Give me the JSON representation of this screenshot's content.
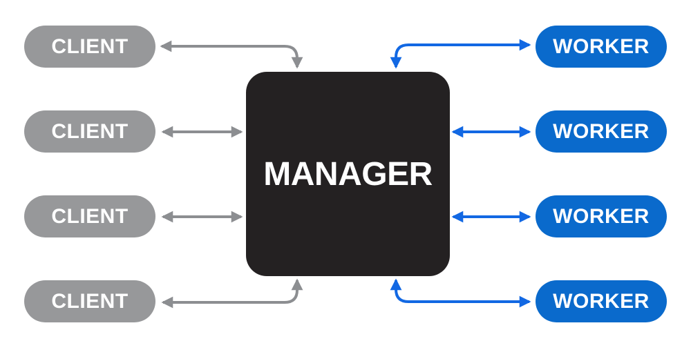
{
  "diagram": {
    "manager": {
      "label": "MANAGER"
    },
    "clients": [
      {
        "label": "CLIENT"
      },
      {
        "label": "CLIENT"
      },
      {
        "label": "CLIENT"
      },
      {
        "label": "CLIENT"
      }
    ],
    "workers": [
      {
        "label": "WORKER"
      },
      {
        "label": "WORKER"
      },
      {
        "label": "WORKER"
      },
      {
        "label": "WORKER"
      }
    ],
    "connections": [
      {
        "from": "client-1",
        "to": "manager",
        "bidirectional": true,
        "route": "curved-into-top"
      },
      {
        "from": "client-2",
        "to": "manager",
        "bidirectional": true,
        "route": "straight-left"
      },
      {
        "from": "client-3",
        "to": "manager",
        "bidirectional": true,
        "route": "straight-left"
      },
      {
        "from": "client-4",
        "to": "manager",
        "bidirectional": true,
        "route": "curved-from-bottom"
      },
      {
        "from": "worker-1",
        "to": "manager",
        "bidirectional": true,
        "route": "curved-into-top"
      },
      {
        "from": "worker-2",
        "to": "manager",
        "bidirectional": true,
        "route": "straight-right"
      },
      {
        "from": "worker-3",
        "to": "manager",
        "bidirectional": true,
        "route": "straight-right"
      },
      {
        "from": "worker-4",
        "to": "manager",
        "bidirectional": true,
        "route": "curved-from-bottom"
      }
    ],
    "colors": {
      "background": "#ffffff",
      "client_fill": "#97989a",
      "client_arrow": "#8c8e91",
      "worker_fill": "#0a6acc",
      "worker_arrow": "#1268e3",
      "manager_fill": "#242122",
      "node_text": "#ffffff"
    }
  }
}
